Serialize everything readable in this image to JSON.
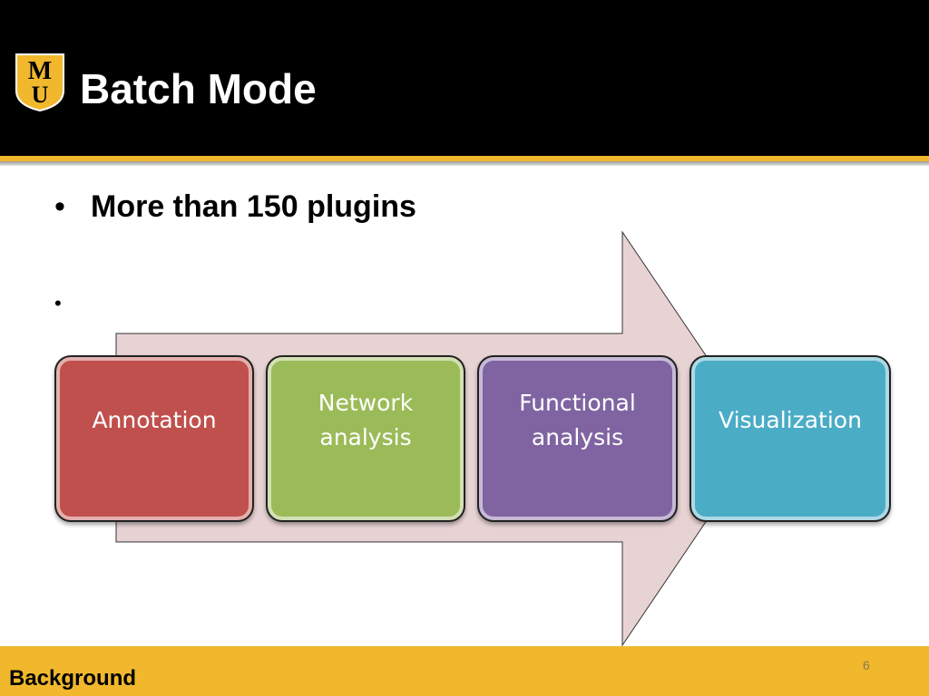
{
  "slide": {
    "title": "Batch Mode",
    "logo_letters": [
      "M",
      "U"
    ],
    "bullets": [
      "More than 150 plugins",
      ""
    ],
    "bullet_mark": "•",
    "footer": "Background",
    "page_number": "6"
  },
  "diagram": {
    "arrow_color": "#e8d3d4",
    "steps": [
      {
        "label": "Annotation",
        "color": "#c0504d"
      },
      {
        "label": "Network analysis",
        "color": "#9bbb59"
      },
      {
        "label": "Functional analysis",
        "color": "#8064a2"
      },
      {
        "label": "Visualization",
        "color": "#4bacc6"
      }
    ]
  },
  "colors": {
    "header_bg": "#000000",
    "accent_gold": "#f1b82d"
  }
}
